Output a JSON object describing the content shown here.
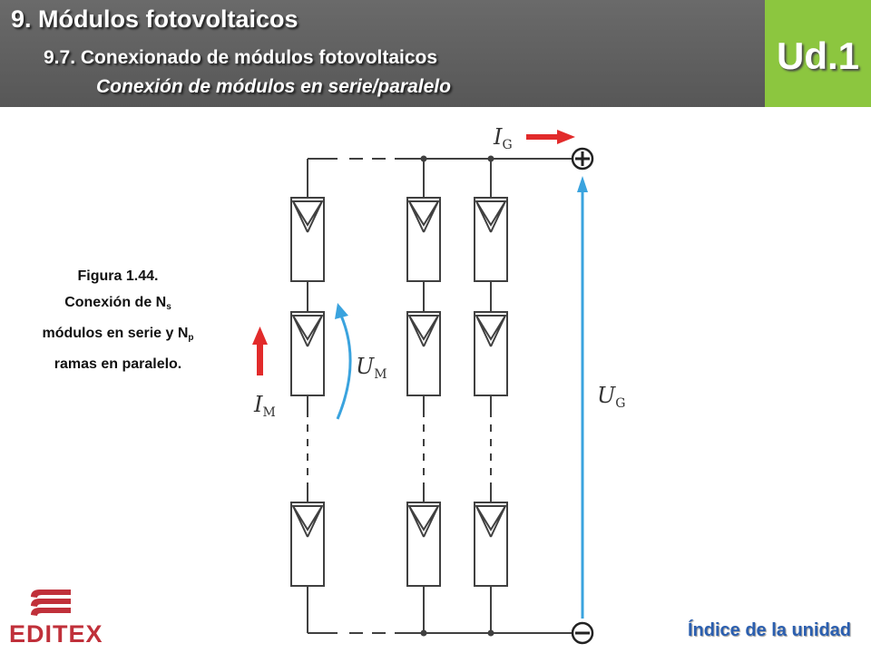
{
  "header": {
    "title": "9. Módulos fotovoltaicos",
    "subtitle": "9.7. Conexionado de módulos fotovoltaicos",
    "section": "Conexión de módulos en serie/paralelo"
  },
  "unit_badge": {
    "label": "Ud.1"
  },
  "figure": {
    "caption_line1": "Figura 1.44.",
    "caption_line2_prefix": "Conexión de N",
    "caption_line2_sub": "s",
    "caption_line3_prefix": "módulos en serie y N",
    "caption_line3_sub": "p",
    "caption_line4": "ramas en paralelo.",
    "labels": {
      "IG_main": "I",
      "IG_sub": "G",
      "UM_main": "U",
      "UM_sub": "M",
      "IM_main": "I",
      "IM_sub": "M",
      "UG_main": "U",
      "UG_sub": "G"
    },
    "terminals": {
      "positive": "+",
      "negative": "−"
    },
    "colors": {
      "red_arrow": "#e22b2b",
      "blue_arrow": "#3aa3de",
      "wire": "#404040"
    }
  },
  "footer": {
    "logo_text": "EDITEX",
    "index_link": "Índice de la unidad"
  },
  "colors": {
    "header_bg": "#5f5f5f",
    "badge_bg": "#8cc63f",
    "link": "#2b5fb0"
  }
}
